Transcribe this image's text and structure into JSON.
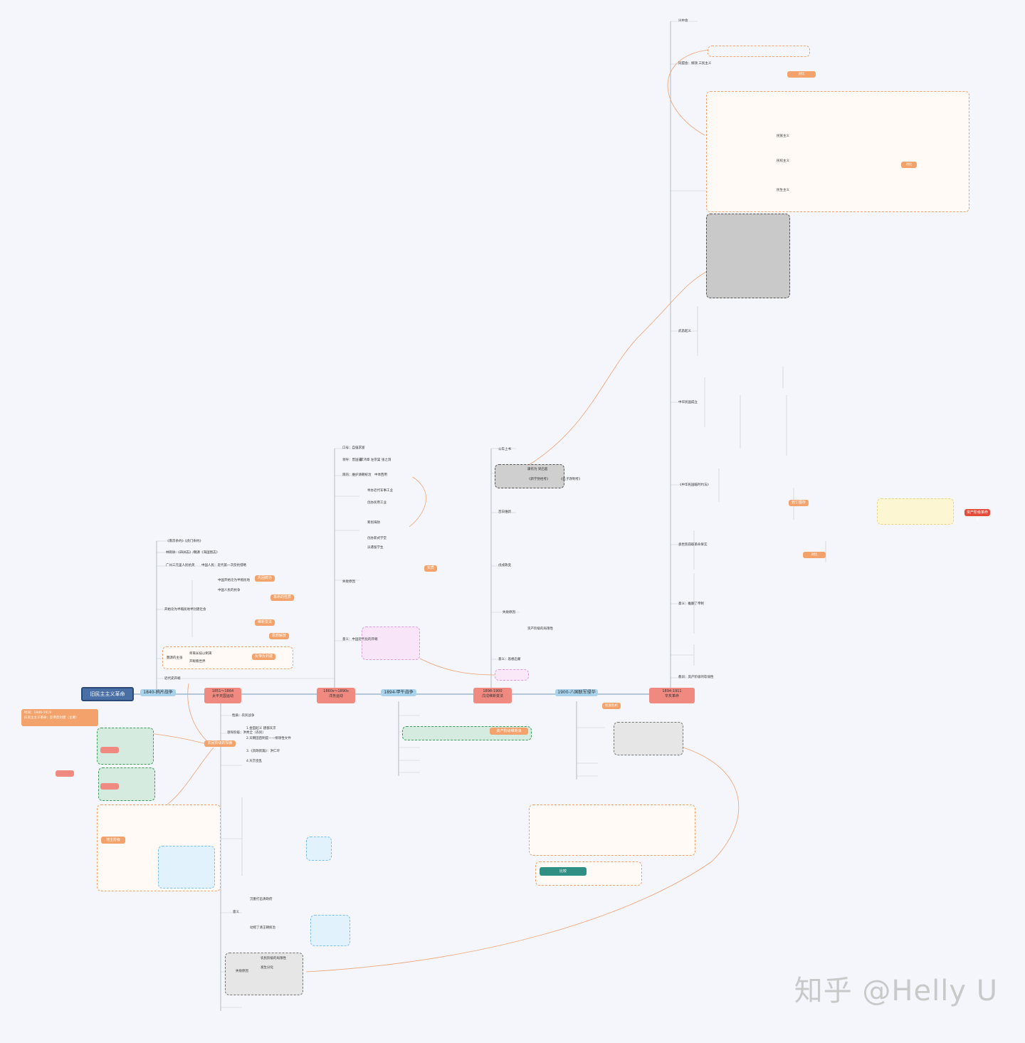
{
  "root": {
    "title": "旧民主主义革命",
    "info": [
      "时间：1840-1919",
      "旧民主主义革命：反帝反封建（主要）"
    ]
  },
  "timeline": [
    {
      "id": "t1",
      "label": "1840-鸦片战争",
      "color": "#a8d3ea"
    },
    {
      "id": "t2",
      "label": "1851～1864\n太平天国运动",
      "color": "#f08a80"
    },
    {
      "id": "t3",
      "label": "1860s～1890s\n洋务运动",
      "color": "#f08a80"
    },
    {
      "id": "t4",
      "label": "1894-甲午战争",
      "color": "#a8d3ea"
    },
    {
      "id": "t5",
      "label": "1898-1900\n戊戌维新变法",
      "color": "#f08a80"
    },
    {
      "id": "t6",
      "label": "1900-八国联军侵华",
      "color": "#a8d3ea"
    },
    {
      "id": "t7",
      "label": "1894-1911\n辛亥革命",
      "color": "#f08a80"
    }
  ],
  "section_labels": {
    "taiping_ideology": "农民阶级的探索",
    "yangwu": "地主阶级",
    "weixin": "资产阶级维新派",
    "xinhai": "资产阶级革命派",
    "compare_a": "比较",
    "compare_b": "对比",
    "compare_c": "对比",
    "compare_d": "对比"
  },
  "nodes_left": [
    "《南京条约》《虎门条约》",
    "林则徐:《四洲志》/魏源《海国图志》",
    "广州三元里人民抗英",
    "中国人民：近代第一次反抗侵略",
    "开始沦为半殖民地半封建社会",
    "中国开始沦为半殖民地",
    "中国人民的抗争",
    "近代史开端",
    "魏源的主张",
    "师夷长技以制夷",
    "开眼看世界"
  ],
  "taiping": [
    "性质：农民战争",
    "领导阶级：洪秀全（农民）",
    "1.金田起义 建都天京",
    "2.天朝田亩制度——纲领性文件",
    "3.《资政新篇》：洪仁玕",
    "4.天京变乱",
    "意义",
    "失败原因",
    "农民阶级的局限性",
    "发生分化",
    "沉重打击清政府",
    "动摇了清王朝统治"
  ],
  "yangwu_nodes": [
    "口号：自强求富",
    "领导：曾国藩",
    "李鸿章 左宗棠 张之洞",
    "目的：维护清朝统治",
    "中体西用",
    "举办近代军事工业",
    "创办民用工业",
    "筹划海防",
    "创办新式学堂",
    "派遣留学生",
    "失败原因",
    "意义：中国近代化的开端"
  ],
  "weixin_nodes": [
    "公车上书",
    "康有为 梁启超",
    "《新学伪经考》",
    "《孔子改制考》",
    "百日维新",
    "戊戌政变",
    "失败原因",
    "意义：思想启蒙",
    "资产阶级的局限性"
  ],
  "xinhai_nodes": [
    "兴中会",
    "同盟会：纲领 三民主义",
    "民族主义",
    "民权主义",
    "民生主义",
    "武昌起义",
    "中华民国成立",
    "《中华民国临时约法》",
    "袁世凯窃取革命果实",
    "意义：推翻了帝制",
    "教训：资产阶级的软弱性"
  ],
  "highlight_nodes": [
    "巩固统治",
    "革命的性质",
    "维新变法",
    "思想解放",
    "实质",
    "反帝反封建",
    "救亡图存",
    "民族危机"
  ],
  "watermark": "知乎 @Helly U"
}
